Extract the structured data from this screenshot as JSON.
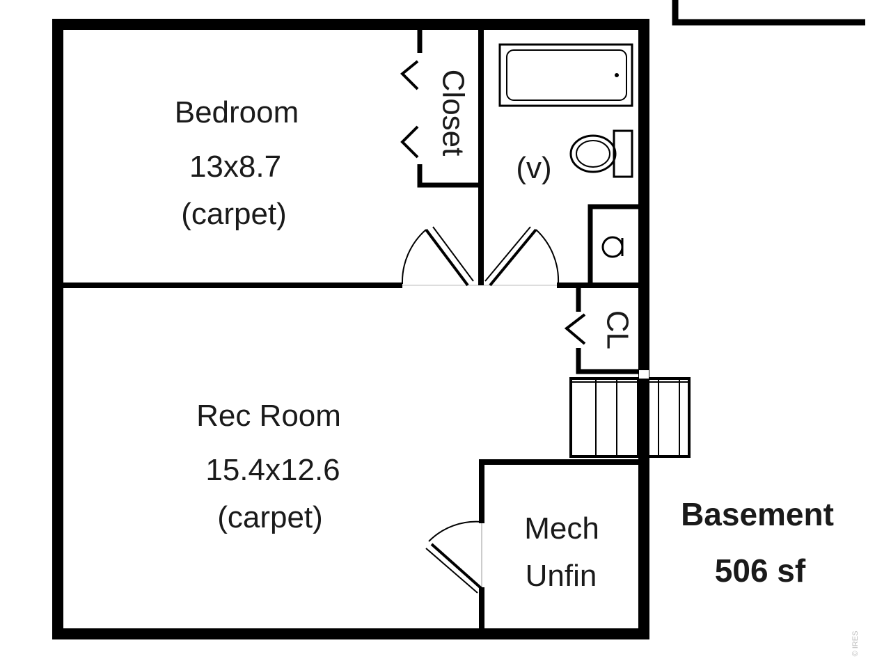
{
  "floor_plan": {
    "level_name": "Basement",
    "area": "506 sf",
    "watermark": "© IRES",
    "rooms": {
      "bedroom": {
        "name": "Bedroom",
        "size": "13x8.7",
        "floor": "(carpet)"
      },
      "rec_room": {
        "name": "Rec Room",
        "size": "15.4x12.6",
        "floor": "(carpet)"
      },
      "bath": {
        "note": "(v)"
      },
      "mech": {
        "line1": "Mech",
        "line2": "Unfin"
      },
      "closet": {
        "name": "Closet"
      },
      "cl": {
        "name": "CL"
      }
    }
  }
}
